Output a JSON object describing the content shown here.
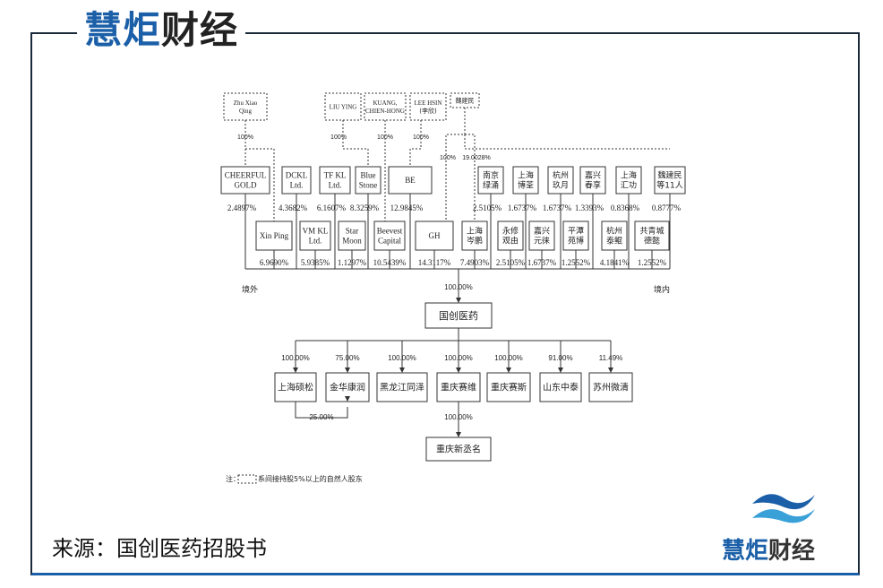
{
  "brand": {
    "part1": "慧炬",
    "part2": "财经"
  },
  "source": "来源：国创医药招股书",
  "watermark": {
    "part1": "慧炬",
    "part2": "财经"
  },
  "persons": [
    {
      "id": "zhu",
      "label": [
        "Zhu Xiao",
        "Qing"
      ],
      "pct": "100%"
    },
    {
      "id": "liu",
      "label": [
        "LIU YING"
      ],
      "pct": "100%"
    },
    {
      "id": "kuang",
      "label": [
        "KUANG,",
        "CHIEN-HONG"
      ],
      "pct": "100%"
    },
    {
      "id": "lee",
      "label": [
        "LEE HSIN",
        "(李欣)"
      ],
      "pct": "100%"
    },
    {
      "id": "wei",
      "label": [
        "魏建民"
      ],
      "pct1": "100%",
      "pct2": "19.0028%"
    }
  ],
  "top_row": [
    {
      "label": [
        "CHEERFUL",
        "GOLD"
      ],
      "pct": "2.4897%"
    },
    {
      "label": [
        "DCKL",
        "Ltd."
      ],
      "pct": "4.3682%"
    },
    {
      "label": [
        "TF KL",
        "Ltd."
      ],
      "pct": "6.1607%"
    },
    {
      "label": [
        "Blue",
        "Stone"
      ],
      "pct": "8.3259%"
    },
    {
      "label": [
        "BE"
      ],
      "pct": "12.9845%"
    },
    {
      "label": [
        "南京",
        "绿涌"
      ],
      "pct": "2.5105%"
    },
    {
      "label": [
        "上海",
        "博荃"
      ],
      "pct": "1.6737%"
    },
    {
      "label": [
        "杭州",
        "玖月"
      ],
      "pct": "1.6737%"
    },
    {
      "label": [
        "嘉兴",
        "春享"
      ],
      "pct": "1.3393%"
    },
    {
      "label": [
        "上海",
        "汇功"
      ],
      "pct": "0.8368%"
    },
    {
      "label": [
        "魏建民",
        "等11人"
      ],
      "pct": "0.8777%"
    }
  ],
  "bottom_row": [
    {
      "label": [
        "Xin Ping"
      ],
      "pct": "6.9690%"
    },
    {
      "label": [
        "VM KL",
        "Ltd."
      ],
      "pct": "5.9385%"
    },
    {
      "label": [
        "Star",
        "Moon"
      ],
      "pct": "1.1297%"
    },
    {
      "label": [
        "Beevest",
        "Capital"
      ],
      "pct": "10.5439%"
    },
    {
      "label": [
        "GH"
      ],
      "pct": "14.3117%"
    },
    {
      "label": [
        "上海",
        "岑鹏"
      ],
      "pct": "7.4903%"
    },
    {
      "label": [
        "永修",
        "观由"
      ],
      "pct": "2.5105%"
    },
    {
      "label": [
        "嘉兴",
        "元徕"
      ],
      "pct": "1.6737%"
    },
    {
      "label": [
        "平潭",
        "苑博"
      ],
      "pct": "1.2552%"
    },
    {
      "label": [
        "杭州",
        "泰鲲"
      ],
      "pct": "4.1841%"
    },
    {
      "label": [
        "共青城",
        "德懿"
      ],
      "pct": "1.2552%"
    }
  ],
  "overseas": "境外",
  "domestic": "境内",
  "total_pct": "100.00%",
  "company": "国创医药",
  "subsidiaries": [
    {
      "label": "上海硕松",
      "pct": "100.00%"
    },
    {
      "label": "金华康润",
      "pct": "75.00%"
    },
    {
      "label": "黑龙江同泽",
      "pct": "100.00%"
    },
    {
      "label": "重庆赛维",
      "pct": "100.00%"
    },
    {
      "label": "重庆赛斯",
      "pct": "100.00%"
    },
    {
      "label": "山东中泰",
      "pct": "91.00%"
    },
    {
      "label": "苏州微清",
      "pct": "11.49%"
    }
  ],
  "cross_pct": "25.00%",
  "sub_child": {
    "label": "重庆新丞名",
    "pct": "100.00%"
  },
  "note": {
    "prefix": "注：",
    "suffix": "系间接持股5%以上的自然人股东"
  },
  "colors": {
    "brand_blue": "#1b5fa8",
    "line": "#333333"
  }
}
